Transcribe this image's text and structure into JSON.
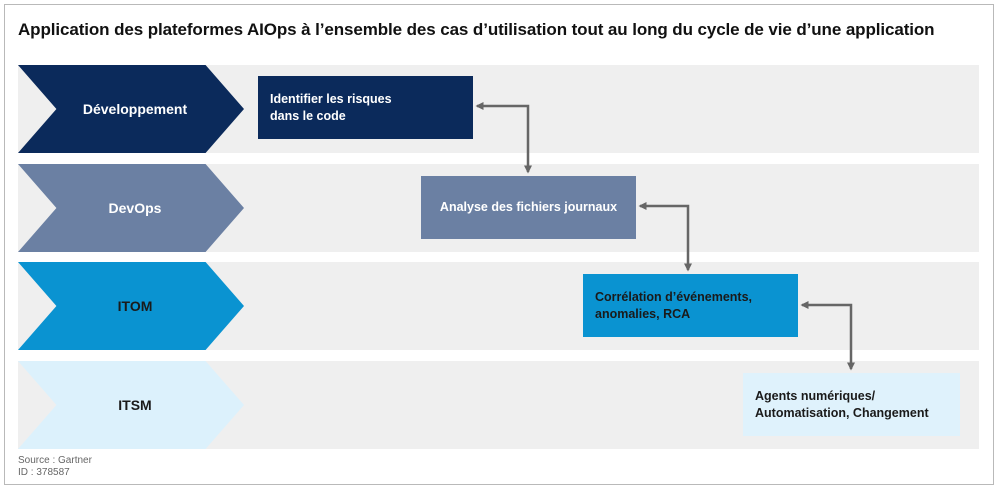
{
  "title": "Application des plateformes AIOps à l’ensemble des cas d’utilisation tout au long du cycle de vie d’une application",
  "colors": {
    "band": "#efefef",
    "connector": "#666666",
    "navy": "#0b2a5b",
    "slate": "#6b80a3",
    "blue": "#0a93d1",
    "pale": "#dff2fc"
  },
  "stages": [
    {
      "label": "Développement",
      "fill": "#0b2a5b",
      "text_color": "#ffffff"
    },
    {
      "label": "DevOps",
      "fill": "#6b80a3",
      "text_color": "#ffffff"
    },
    {
      "label": "ITOM",
      "fill": "#0a93d1",
      "text_color": "#1a1a1a"
    },
    {
      "label": "ITSM",
      "fill": "#dcf1fc",
      "text_color": "#1a1a1a"
    }
  ],
  "use_cases": [
    {
      "label": "Identifier les risques\ndans le code",
      "fill": "#0b2a5b",
      "text_color": "#ffffff"
    },
    {
      "label": "Analyse des fichiers journaux",
      "fill": "#6b80a3",
      "text_color": "#ffffff"
    },
    {
      "label": "Corrélation d’événements,\nanomalies, RCA",
      "fill": "#0a93d1",
      "text_color": "#1a1a1a"
    },
    {
      "label": "Agents numériques/\nAutomatisation, Changement",
      "fill": "#dff2fc",
      "text_color": "#1a1a1a"
    }
  ],
  "source": {
    "line1": "Source : Gartner",
    "line2": "ID : 378587"
  }
}
